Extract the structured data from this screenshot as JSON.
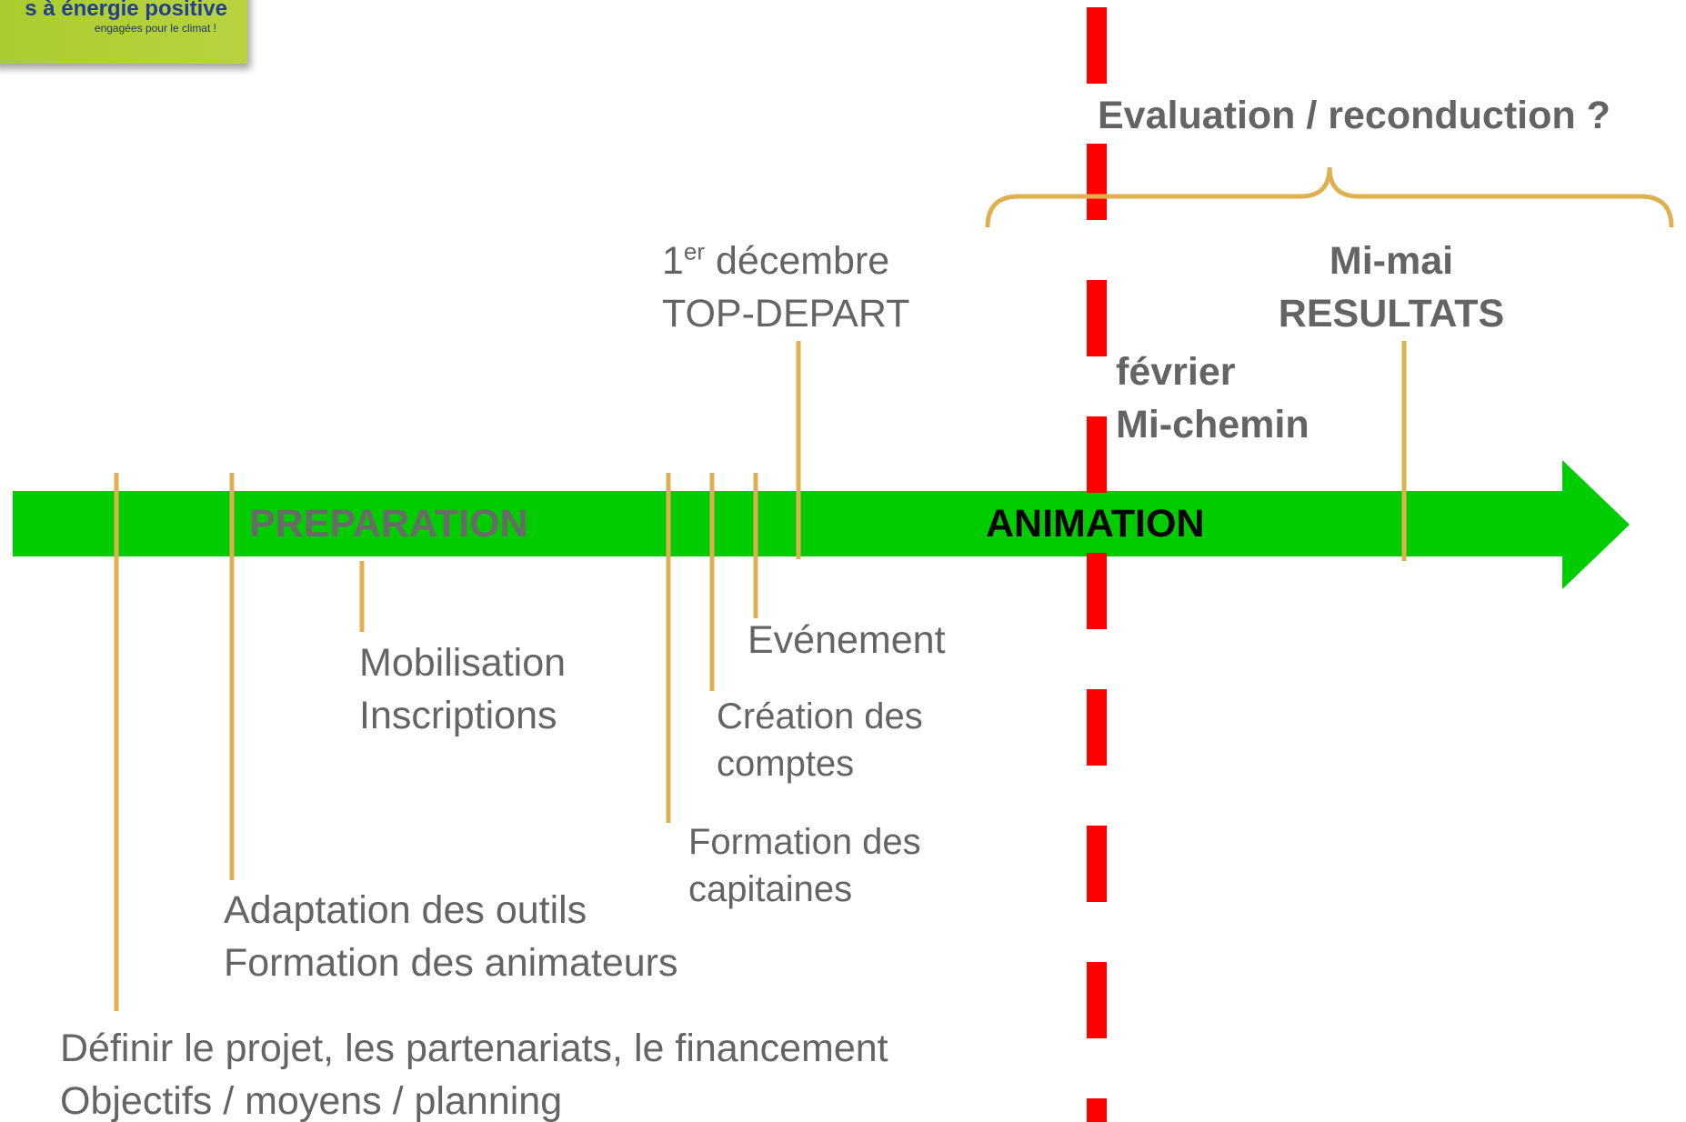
{
  "logo": {
    "line1": "s à énergie positive",
    "line2": "engagées pour le climat !",
    "colors": {
      "background": "#a9cc2c",
      "text": "#243f8f"
    }
  },
  "colors": {
    "arrow": "#00cc00",
    "tick": "#e0b050",
    "divider": "#ff0000",
    "label_text": "#646464",
    "preparation_text": "#6a6a6a",
    "animation_text": "#000000"
  },
  "phases": {
    "preparation": "PREPARATION",
    "animation": "ANIMATION"
  },
  "milestones": {
    "evaluation": "Evaluation / reconduction ?",
    "top_depart_prefix": "1",
    "top_depart_sup": "er",
    "top_depart_line1_rest": " décembre",
    "top_depart_line2": "TOP-DEPART",
    "results_line1": "Mi-mai",
    "results_line2": "RESULTATS",
    "midway_line1": "février",
    "midway_line2": "Mi-chemin"
  },
  "steps": {
    "mobilisation_line1": "Mobilisation",
    "mobilisation_line2": "Inscriptions",
    "evenement": "Evénement",
    "comptes_line1": "Création des",
    "comptes_line2": "comptes",
    "capitaines_line1": "Formation des",
    "capitaines_line2": "capitaines",
    "outils_line1": "Adaptation des outils",
    "outils_line2": "Formation des animateurs",
    "projet_line1": "Définir le projet, les partenariats, le financement",
    "projet_line2": "Objectifs / moyens / planning"
  }
}
